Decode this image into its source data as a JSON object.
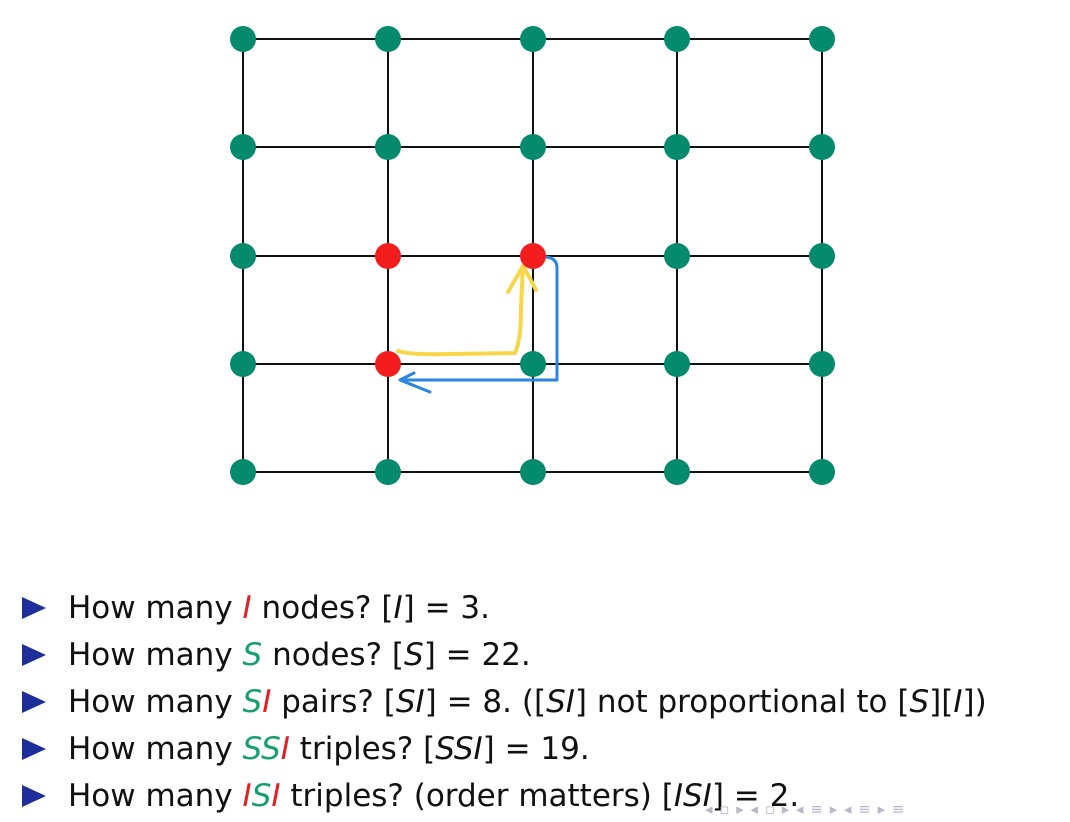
{
  "colors": {
    "susceptible_node": "#048a6c",
    "infected_node": "#f31d1d",
    "edge": "#111111",
    "yellow_path": "#f7d64a",
    "blue_path": "#2a86e0",
    "bullet_marker": "#1d2d9a",
    "red_text": "#e22222",
    "green_text": "#15a06e"
  },
  "grid": {
    "cols": 5,
    "rows": 5,
    "infected": [
      [
        2,
        1
      ],
      [
        2,
        2
      ],
      [
        3,
        1
      ]
    ]
  },
  "bullets": [
    {
      "parts": [
        {
          "t": "How many ",
          "c": ""
        },
        {
          "t": "I",
          "c": "red",
          "i": true
        },
        {
          "t": " nodes? [",
          "c": ""
        },
        {
          "t": "I",
          "c": "",
          "i": true
        },
        {
          "t": "] = 3.",
          "c": ""
        }
      ]
    },
    {
      "parts": [
        {
          "t": "How many ",
          "c": ""
        },
        {
          "t": "S",
          "c": "green",
          "i": true
        },
        {
          "t": " nodes? [",
          "c": ""
        },
        {
          "t": "S",
          "c": "",
          "i": true
        },
        {
          "t": "] = 22.",
          "c": ""
        }
      ]
    },
    {
      "parts": [
        {
          "t": "How many ",
          "c": ""
        },
        {
          "t": "S",
          "c": "green",
          "i": true
        },
        {
          "t": "I",
          "c": "red",
          "i": true
        },
        {
          "t": " pairs? [",
          "c": ""
        },
        {
          "t": "SI",
          "c": "",
          "i": true
        },
        {
          "t": "] = 8. ([",
          "c": ""
        },
        {
          "t": "SI",
          "c": "",
          "i": true
        },
        {
          "t": "] not proportional to [",
          "c": ""
        },
        {
          "t": "S",
          "c": "",
          "i": true
        },
        {
          "t": "][",
          "c": ""
        },
        {
          "t": "I",
          "c": "",
          "i": true
        },
        {
          "t": "])",
          "c": ""
        }
      ]
    },
    {
      "parts": [
        {
          "t": "How many ",
          "c": ""
        },
        {
          "t": "SS",
          "c": "green",
          "i": true
        },
        {
          "t": "I",
          "c": "red",
          "i": true
        },
        {
          "t": " triples? [",
          "c": ""
        },
        {
          "t": "SSI",
          "c": "",
          "i": true
        },
        {
          "t": "] = 19.",
          "c": ""
        }
      ]
    },
    {
      "parts": [
        {
          "t": "How many ",
          "c": ""
        },
        {
          "t": "I",
          "c": "red",
          "i": true
        },
        {
          "t": "S",
          "c": "green",
          "i": true
        },
        {
          "t": "I",
          "c": "red",
          "i": true
        },
        {
          "t": " triples? (order matters) [",
          "c": ""
        },
        {
          "t": "ISI",
          "c": "",
          "i": true
        },
        {
          "t": "] = 2.",
          "c": ""
        }
      ]
    }
  ],
  "nav_glyphs": "◂ ▫ ▸ ◂ ▫ ▸ ◂ ≡ ▸ ◂ ≡ ▸   ≡"
}
